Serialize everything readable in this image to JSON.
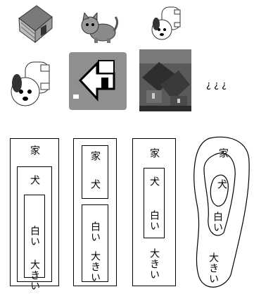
{
  "panels": {
    "p1": {
      "big": "大きい",
      "white": "白い",
      "dog": "犬",
      "house": "家"
    },
    "p2": {
      "big": "大きい",
      "white": "白い",
      "dog": "犬",
      "house": "家"
    },
    "p3": {
      "big": "大きい",
      "white": "白い",
      "dog": "犬",
      "house": "家"
    },
    "p4": {
      "big": "大きい",
      "white": "白い",
      "dog": "犬",
      "house": "家"
    }
  },
  "question": "? ? ?"
}
